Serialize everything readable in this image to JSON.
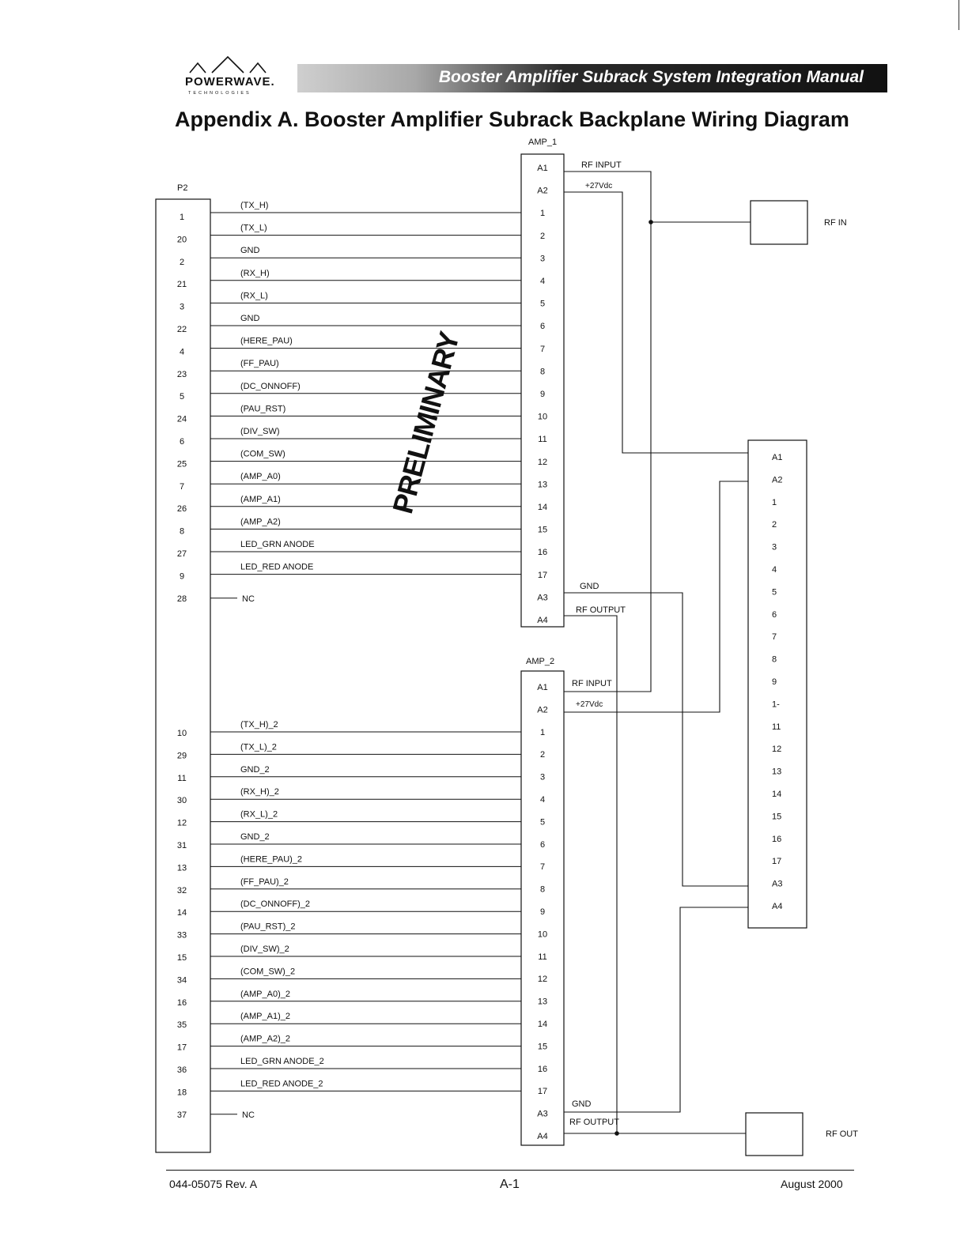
{
  "header": {
    "brand": "POWERWAVE.",
    "brand_sub": "TECHNOLOGIES",
    "manual_title": "Booster Amplifier Subrack System Integration Manual"
  },
  "page_title": "Appendix A.  Booster Amplifier Subrack Backplane Wiring Diagram",
  "watermark": "PRELIMINARY",
  "footer": {
    "doc_number": "044-05075  Rev. A",
    "page": "A-1",
    "date": "August 2000"
  },
  "connectors": {
    "p2": {
      "name": "P2"
    },
    "amp1": {
      "name": "AMP_1"
    },
    "amp2": {
      "name": "AMP_2"
    },
    "rf_in": {
      "label": "RF IN"
    },
    "rf_out": {
      "label": "RF OUT"
    }
  },
  "amp_pins": [
    "A1",
    "A2",
    "1",
    "2",
    "3",
    "4",
    "5",
    "6",
    "7",
    "8",
    "9",
    "10",
    "11",
    "12",
    "13",
    "14",
    "15",
    "16",
    "17",
    "A3",
    "A4"
  ],
  "right_pins": [
    "A1",
    "A2",
    "1",
    "2",
    "3",
    "4",
    "5",
    "6",
    "7",
    "8",
    "9",
    "1-",
    "11",
    "12",
    "13",
    "14",
    "15",
    "16",
    "17",
    "A3",
    "A4"
  ],
  "amp1_net_labels": {
    "a1": "RF INPUT",
    "a2": "+27Vdc",
    "a3": "GND",
    "a4": "RF OUTPUT"
  },
  "amp2_net_labels": {
    "a1": "RF INPUT",
    "a2": "+27Vdc",
    "a3": "GND",
    "a4": "RF OUTPUT"
  },
  "p2_group1": [
    {
      "pin": "1",
      "signal": "(TX_H)"
    },
    {
      "pin": "20",
      "signal": "(TX_L)"
    },
    {
      "pin": "2",
      "signal": "GND"
    },
    {
      "pin": "21",
      "signal": "(RX_H)"
    },
    {
      "pin": "3",
      "signal": "(RX_L)"
    },
    {
      "pin": "22",
      "signal": "GND"
    },
    {
      "pin": "4",
      "signal": "(HERE_PAU)"
    },
    {
      "pin": "23",
      "signal": "(FF_PAU)"
    },
    {
      "pin": "5",
      "signal": "(DC_ONNOFF)"
    },
    {
      "pin": "24",
      "signal": "(PAU_RST)"
    },
    {
      "pin": "6",
      "signal": "(DIV_SW)"
    },
    {
      "pin": "25",
      "signal": "(COM_SW)"
    },
    {
      "pin": "7",
      "signal": "(AMP_A0)"
    },
    {
      "pin": "26",
      "signal": "(AMP_A1)"
    },
    {
      "pin": "8",
      "signal": "(AMP_A2)"
    },
    {
      "pin": "27",
      "signal": "LED_GRN ANODE"
    },
    {
      "pin": "9",
      "signal": "LED_RED ANODE"
    },
    {
      "pin": "28",
      "signal": "NC"
    }
  ],
  "p2_group2": [
    {
      "pin": "10",
      "signal": "(TX_H)_2"
    },
    {
      "pin": "29",
      "signal": "(TX_L)_2"
    },
    {
      "pin": "11",
      "signal": "GND_2"
    },
    {
      "pin": "30",
      "signal": "(RX_H)_2"
    },
    {
      "pin": "12",
      "signal": "(RX_L)_2"
    },
    {
      "pin": "31",
      "signal": "GND_2"
    },
    {
      "pin": "13",
      "signal": "(HERE_PAU)_2"
    },
    {
      "pin": "32",
      "signal": "(FF_PAU)_2"
    },
    {
      "pin": "14",
      "signal": "(DC_ONNOFF)_2"
    },
    {
      "pin": "33",
      "signal": "(PAU_RST)_2"
    },
    {
      "pin": "15",
      "signal": "(DIV_SW)_2"
    },
    {
      "pin": "34",
      "signal": "(COM_SW)_2"
    },
    {
      "pin": "16",
      "signal": "(AMP_A0)_2"
    },
    {
      "pin": "35",
      "signal": "(AMP_A1)_2"
    },
    {
      "pin": "17",
      "signal": "(AMP_A2)_2"
    },
    {
      "pin": "36",
      "signal": "LED_GRN ANODE_2"
    },
    {
      "pin": "18",
      "signal": "LED_RED ANODE_2"
    },
    {
      "pin": "37",
      "signal": "NC"
    }
  ],
  "colors": {
    "ink": "#111111",
    "header_dark": "#111111"
  }
}
